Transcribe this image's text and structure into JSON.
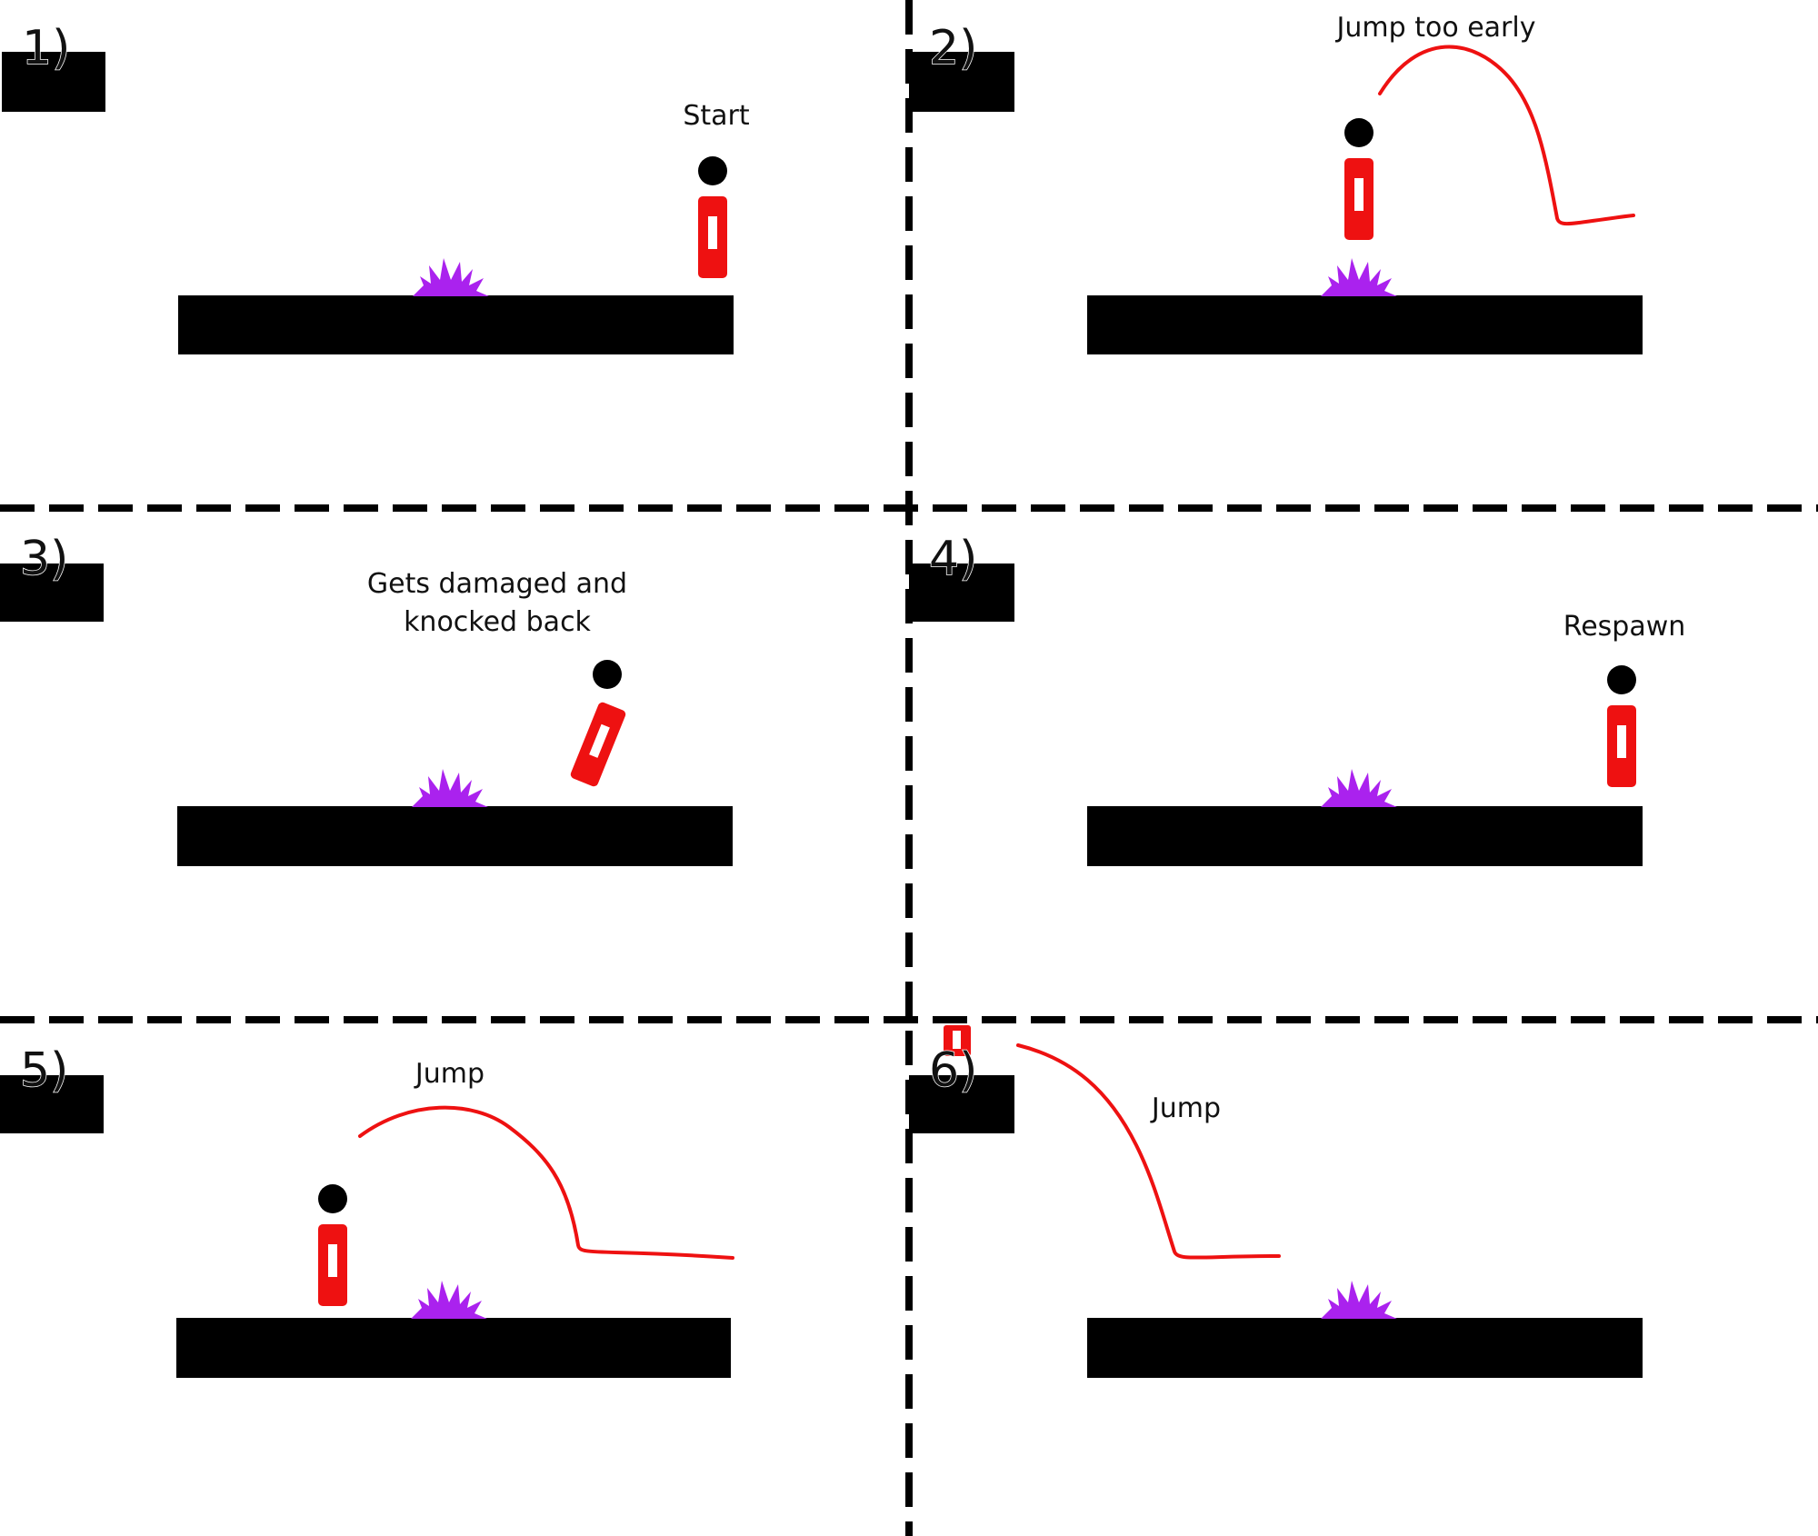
{
  "colors": {
    "background": "#ffffff",
    "platform": "#000000",
    "player_body": "#ee1111",
    "player_head": "#000000",
    "trajectory": "#ee1111",
    "hazard": "#aa22ee",
    "divider": "#000000"
  },
  "panels": [
    {
      "number": "1)",
      "caption": [
        "Start"
      ]
    },
    {
      "number": "2)",
      "caption": [
        "Jump too early"
      ]
    },
    {
      "number": "3)",
      "caption": [
        "Gets damaged and",
        "knocked back"
      ]
    },
    {
      "number": "4)",
      "caption": [
        "Respawn"
      ]
    },
    {
      "number": "5)",
      "caption": [
        "Jump"
      ]
    },
    {
      "number": "6)",
      "caption": [
        "Jump"
      ]
    }
  ],
  "icons": {
    "player": "stick-figure-icon",
    "hazard": "purple-spike-grass-icon"
  }
}
